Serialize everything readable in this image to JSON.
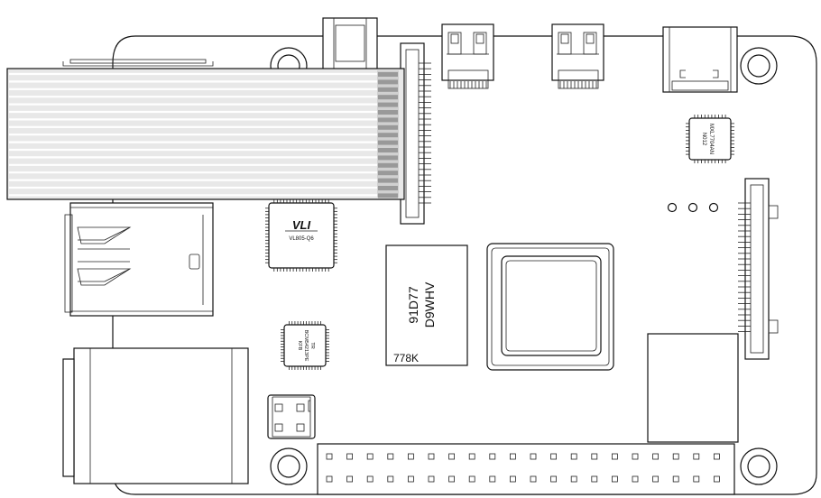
{
  "chips": {
    "usb_controller": {
      "logo": "VLI",
      "part": "VL805-Q6"
    },
    "ram": {
      "line1": "91D77",
      "line2": "D9WHV",
      "line3": "778K"
    },
    "small_top_right": {
      "line1": "MXL7704AN",
      "line2": "N012"
    },
    "small_mid": {
      "line1": "BCM54213PE",
      "line2": "KFB",
      "line3": "TR"
    }
  }
}
